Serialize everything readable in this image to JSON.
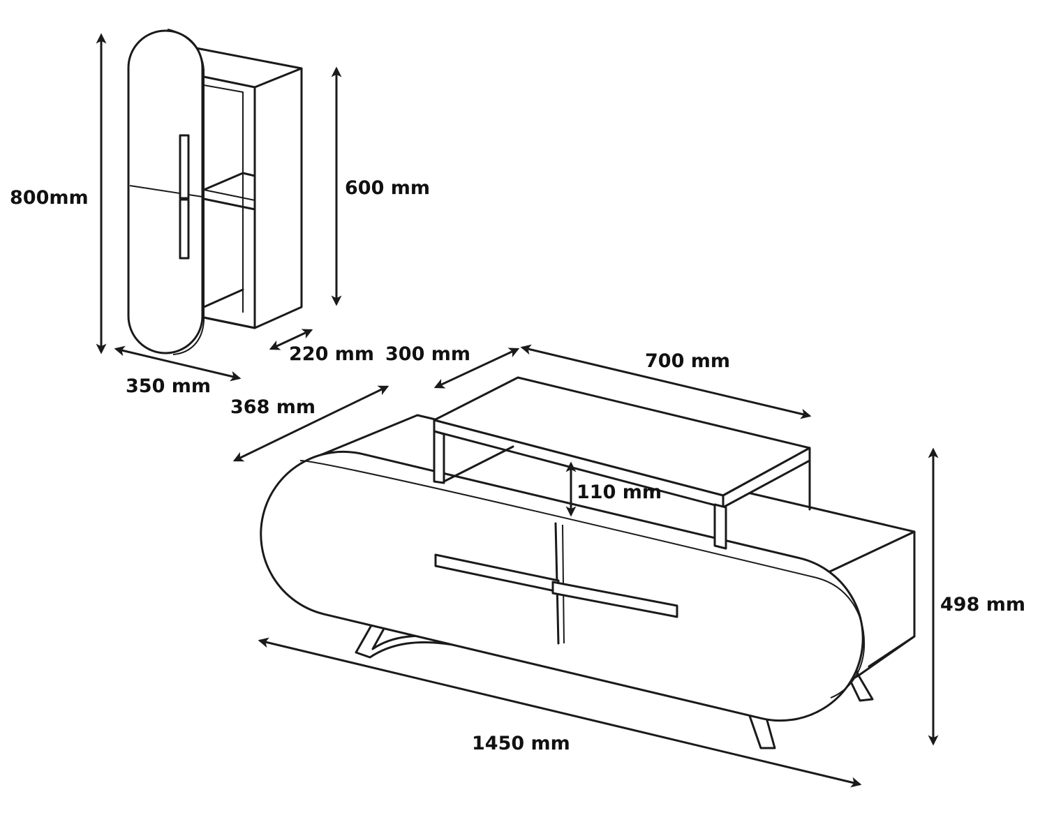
{
  "colors": {
    "line": "#1a1a1a",
    "text": "#111111",
    "background": "#ffffff"
  },
  "dimensions": {
    "cabinet_height": "800mm",
    "cabinet_inner_height": "600 mm",
    "cabinet_width": "350 mm",
    "cabinet_depth": "220 mm",
    "top_shelf_depth": "300 mm",
    "top_shelf_width": "700 mm",
    "unit_depth": "368 mm",
    "shelf_clearance": "110 mm",
    "unit_height": "498 mm",
    "unit_width": "1450 mm"
  }
}
